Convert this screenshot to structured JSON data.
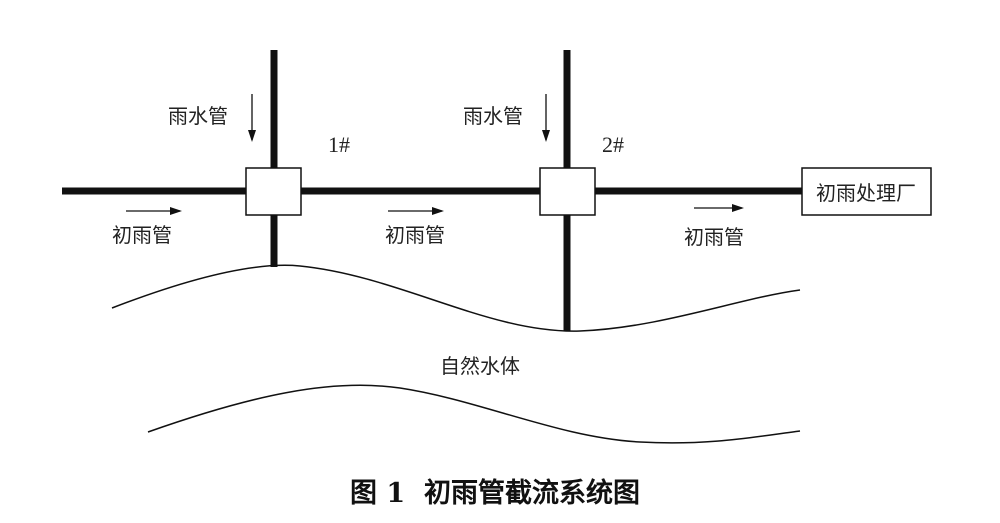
{
  "labels": {
    "rain_pipe": "雨水管",
    "first_flush_pipe": "初雨管",
    "well_1": "1#",
    "well_2": "2#",
    "treatment_plant": "初雨处理厂",
    "water_body": "自然水体"
  },
  "caption": "图 1  初雨管截流系统图",
  "colors": {
    "line": "#111111",
    "text": "#222222",
    "background": "#ffffff"
  }
}
